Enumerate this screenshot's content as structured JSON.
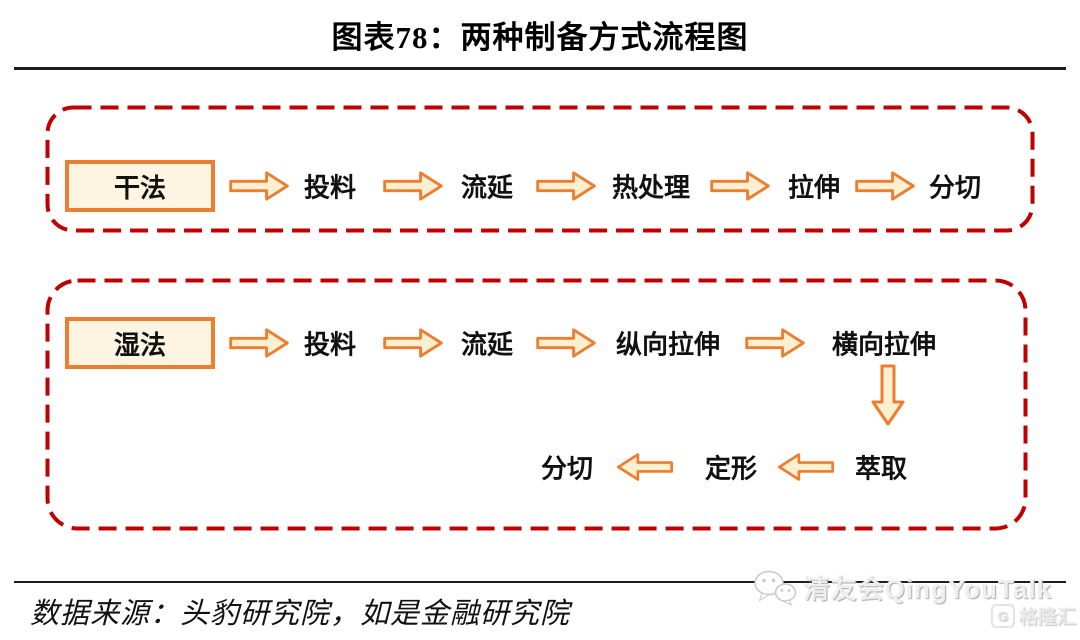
{
  "page": {
    "title": "图表78：两种制备方式流程图",
    "source": "数据来源：头豹研究院，如是金融研究院"
  },
  "dry_flow": {
    "method": "干法",
    "steps": [
      "投料",
      "流延",
      "热处理",
      "拉伸",
      "分切"
    ]
  },
  "wet_flow": {
    "method": "湿法",
    "row1_steps": [
      "投料",
      "流延",
      "纵向拉伸",
      "横向拉伸"
    ],
    "row2_steps": [
      "萃取",
      "定形",
      "分切"
    ]
  },
  "watermark": {
    "text": "清友会QingYouTalk",
    "logo_letter": "G",
    "logo_text": "格隆汇"
  },
  "colors": {
    "dash_red": "#c00000",
    "orange": "#ed7d31",
    "cream": "#fdf0d0",
    "box_cream": "#fdf5e2"
  }
}
